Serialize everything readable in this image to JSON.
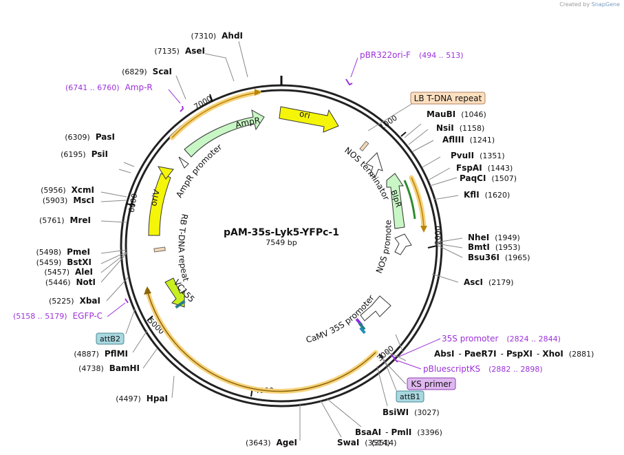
{
  "credit_prefix": "Created by",
  "credit_brand": "SnapGene",
  "plasmid": {
    "name": "pAM-35s-Lyk5-YFPc-1",
    "size": "7549 bp"
  },
  "tick_labels": [
    "1000",
    "2000",
    "3000",
    "4000",
    "5000",
    "6000",
    "7000"
  ],
  "features": {
    "ori": "ori",
    "ampr": "AmpR",
    "ampr_promoter": "AmpR promoter",
    "oriv": "oriV",
    "rb_tdna": "RB T-DNA repeat",
    "vc155": "VC155",
    "nos_terminator": "NOS terminator",
    "blpr": "BlpR",
    "nos_promoter": "NOS promoter",
    "camv35s": "CaMV 35S promoter"
  },
  "enzymes": [
    {
      "pos": "(7310)",
      "name": "AhdI"
    },
    {
      "pos": "(7135)",
      "name": "AseI"
    },
    {
      "pos": "(6829)",
      "name": "ScaI"
    },
    {
      "pos": "(6309)",
      "name": "PasI"
    },
    {
      "pos": "(6195)",
      "name": "PsiI"
    },
    {
      "pos": "(5956)",
      "name": "XcmI"
    },
    {
      "pos": "(5903)",
      "name": "MscI"
    },
    {
      "pos": "(5761)",
      "name": "MreI"
    },
    {
      "pos": "(5498)",
      "name": "PmeI"
    },
    {
      "pos": "(5459)",
      "name": "BstXI"
    },
    {
      "pos": "(5457)",
      "name": "AleI"
    },
    {
      "pos": "(5446)",
      "name": "NotI"
    },
    {
      "pos": "(5225)",
      "name": "XbaI"
    },
    {
      "pos": "(4887)",
      "name": "PflMI"
    },
    {
      "pos": "(4738)",
      "name": "BamHI"
    },
    {
      "pos": "(4497)",
      "name": "HpaI"
    },
    {
      "pos": "(3643)",
      "name": "AgeI"
    },
    {
      "pos": "(3514)",
      "name": "SwaI"
    },
    {
      "pos": "(1046)",
      "name": "MauBI"
    },
    {
      "pos": "(1158)",
      "name": "NsiI"
    },
    {
      "pos": "(1241)",
      "name": "AflIII"
    },
    {
      "pos": "(1351)",
      "name": "PvuII"
    },
    {
      "pos": "(1443)",
      "name": "FspAI"
    },
    {
      "pos": "(1507)",
      "name": "PaqCI"
    },
    {
      "pos": "(1620)",
      "name": "KflI"
    },
    {
      "pos": "(1949)",
      "name": "NheI"
    },
    {
      "pos": "(1953)",
      "name": "BmtI"
    },
    {
      "pos": "(1965)",
      "name": "Bsu36I"
    },
    {
      "pos": "(2179)",
      "name": "AscI"
    },
    {
      "pos": "(3027)",
      "name": "BsiWI"
    }
  ],
  "multi_sites": {
    "absi": {
      "name1": "AbsI",
      "sep1": "-",
      "name2": "PaeR7I",
      "sep2": "-",
      "name3": "PspXI",
      "sep3": "-",
      "name4": "XhoI",
      "pos": "(2881)"
    },
    "bsaai": {
      "name1": "BsaAI",
      "sep": "-",
      "name2": "PmlI",
      "pos": "(3396)"
    }
  },
  "primers": [
    {
      "name": "pBR322ori-F",
      "range": "(494 .. 513)"
    },
    {
      "name": "Amp-R",
      "range": "(6741 .. 6760)"
    },
    {
      "name": "EGFP-C",
      "range": "(5158 .. 5179)"
    },
    {
      "name": "35S promoter",
      "range": "(2824 .. 2844)"
    },
    {
      "name": "pBluescriptKS",
      "range": "(2882 .. 2898)"
    }
  ],
  "boxed_labels": {
    "lb_tdna": "LB T-DNA repeat",
    "attb2": "attB2",
    "ks_primer": "KS primer",
    "attb1": "attB1"
  },
  "colors": {
    "backbone": "#222222",
    "primer": "#9b30d9",
    "ori": "#f5f50a",
    "resistance": "#c8f7c5",
    "promoter": "#ffffff",
    "orf_highlight": "#f7d27a",
    "lb_tdna_box": "#fde0c0",
    "att_box": "#a8d8e0",
    "ks_box": "#e0b8f0",
    "vc155": "#c8f020"
  }
}
